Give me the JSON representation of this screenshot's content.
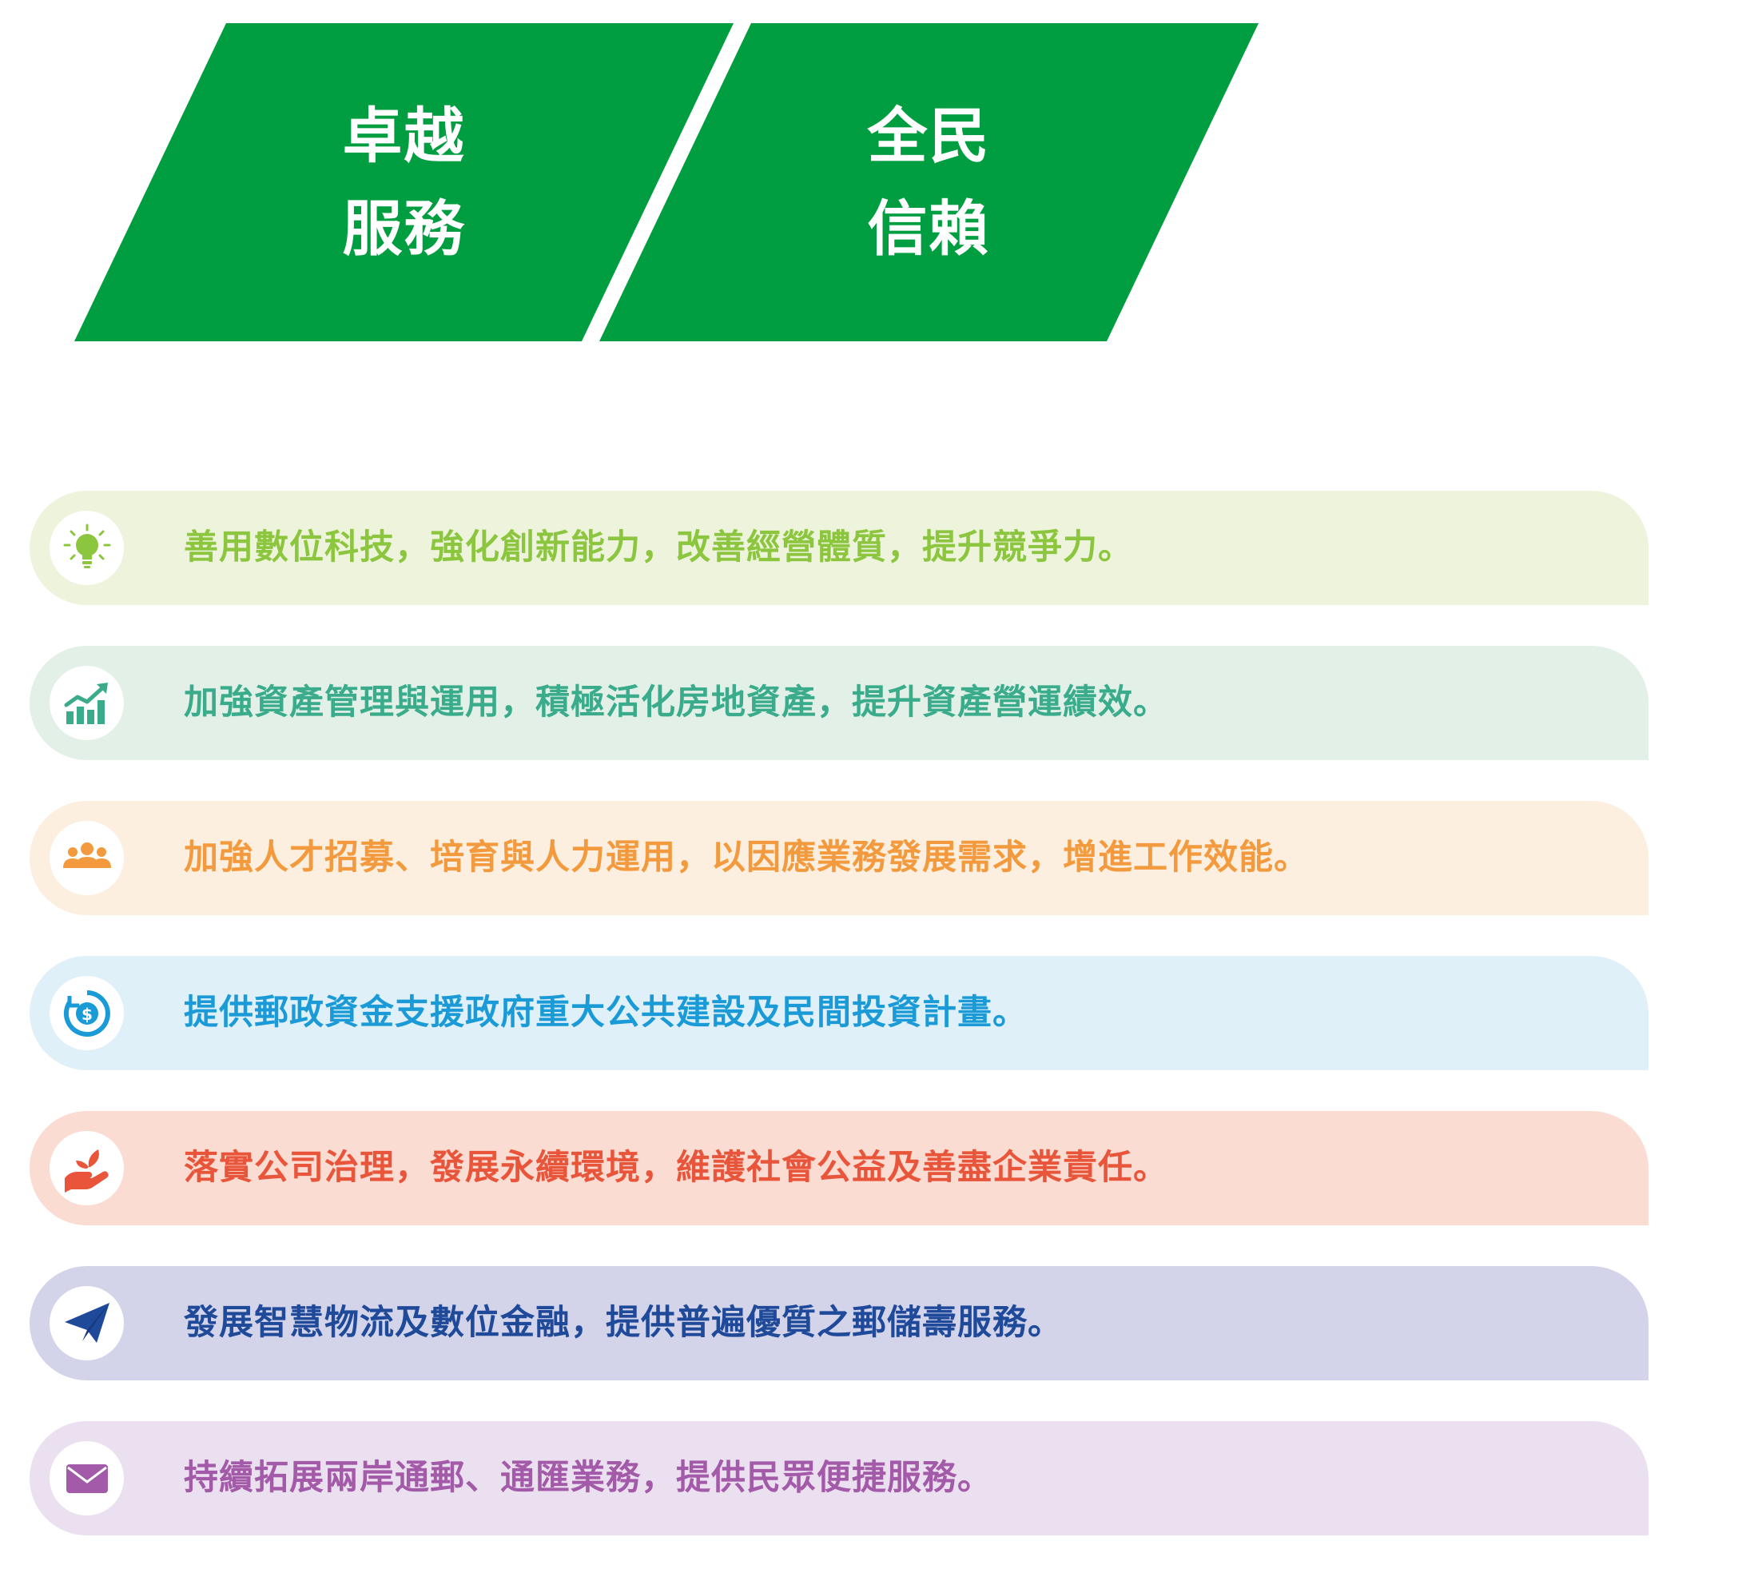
{
  "banner": {
    "items": [
      {
        "line1": "卓越",
        "line2": "服務"
      },
      {
        "line1": "全民",
        "line2": "信賴"
      }
    ],
    "color": "#009e40"
  },
  "missions": [
    {
      "text": "善用數位科技，強化創新能力，改善經營體質，提升競爭力。",
      "icon": "lightbulb-icon",
      "color": "#8cc63f",
      "bg": "#eef3dc"
    },
    {
      "text": "加強資產管理與運用，積極活化房地資產，提升資產營運績效。",
      "icon": "growth-chart-icon",
      "color": "#3aac8b",
      "bg": "#e2f0e8"
    },
    {
      "text": "加強人才招募、培育與人力運用，以因應業務發展需求，增進工作效能。",
      "icon": "people-group-icon",
      "color": "#f29a3d",
      "bg": "#fdefdf"
    },
    {
      "text": "提供郵政資金支援政府重大公共建設及民間投資計畫。",
      "icon": "dollar-cycle-icon",
      "color": "#1a9ad6",
      "bg": "#e0f0f8"
    },
    {
      "text": "落實公司治理，發展永續環境，維護社會公益及善盡企業責任。",
      "icon": "hand-leaf-icon",
      "color": "#e8553a",
      "bg": "#fadcd2"
    },
    {
      "text": "發展智慧物流及數位金融，提供普遍優質之郵儲壽服務。",
      "icon": "paper-plane-icon",
      "color": "#1f4a9a",
      "bg": "#d3d3ea"
    },
    {
      "text": "持續拓展兩岸通郵、通匯業務，提供民眾便捷服務。",
      "icon": "envelope-icon",
      "color": "#a35aa8",
      "bg": "#ebe0ef"
    }
  ]
}
